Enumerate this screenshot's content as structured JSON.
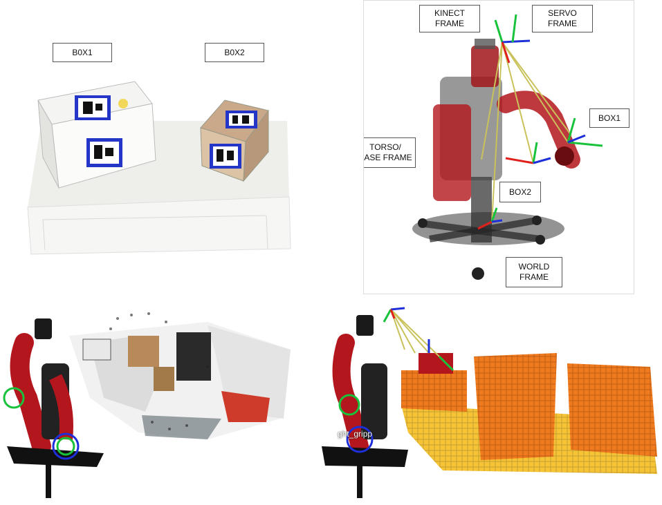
{
  "photo": {
    "box1_label": "B0X1",
    "box2_label": "B0X2"
  },
  "frames": {
    "kinect_label": "KINECT\nFRAME",
    "servo_label": "SERVO\nFRAME",
    "box1_label": "BOX1",
    "box2_label": "BOX2",
    "torso_label": "TORSO/\nBASE FRAME",
    "world_label": "WORLD\nFRAME"
  },
  "octomap": {
    "gripper_label": "ght_gripp"
  },
  "colors": {
    "robot_red": "#b3161c",
    "robot_black": "#1a1a1a",
    "axis_x": "#e0201c",
    "axis_y": "#18c23a",
    "axis_z": "#1c2fd8",
    "tf_link": "#c9c25a",
    "voxel_orange": "#f07a1e",
    "voxel_yellow": "#f4c436"
  }
}
